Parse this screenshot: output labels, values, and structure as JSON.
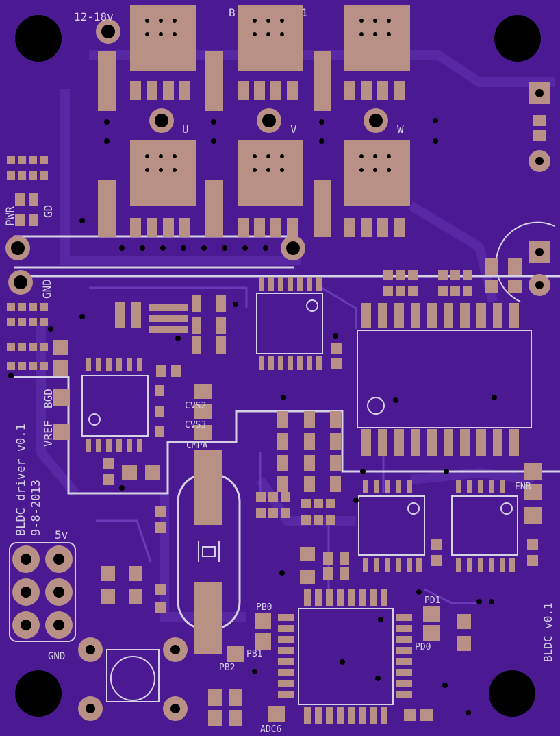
{
  "colors": {
    "board": "#4b1a93",
    "trace": "#5a2aa6",
    "pad": "#b89086",
    "silk": "#d6d0e6",
    "hole": "#000000",
    "via": "#000000"
  },
  "labels": {
    "power_input": "12-18v",
    "top_title": "B",
    "top_title_tail": "1",
    "phase_u": "U",
    "phase_v": "V",
    "phase_w": "W",
    "pwr": "PWR",
    "gd": "GD",
    "gnd_left": "GND",
    "bgd": "BGD",
    "vref": "VREF",
    "board_name": "BLDC driver v0.1",
    "board_date": "9-8-2013",
    "five_v": "5v",
    "gnd_bottom": "GND",
    "cvs2": "CVS2",
    "cvs3": "CVS3",
    "cmpa": "CMPA",
    "enb": "ENB",
    "pb0": "PB0",
    "pb1": "PB1",
    "pb2": "PB2",
    "pd0": "PD0",
    "pd1": "PD1",
    "adc6": "ADC6",
    "bldc_right": "BLDC v0.1"
  }
}
